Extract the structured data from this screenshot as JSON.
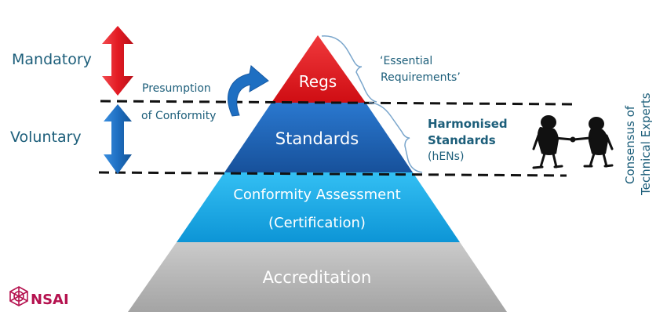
{
  "labels": {
    "mandatory": "Mandatory",
    "voluntary": "Voluntary",
    "presumption_line1": "Presumption",
    "presumption_line2": "of Conformity",
    "essential_line1": "‘Essential",
    "essential_line2": "Requirements’",
    "harmonised_line1": "Harmonised",
    "harmonised_line2": "Standards",
    "harmonised_line3": "(hENs)",
    "consensus_line1": "Consensus of",
    "consensus_line2": "Technical Experts",
    "logo_text": "NSAI"
  },
  "pyramid": {
    "tier1": "Regs",
    "tier2": "Standards",
    "tier3_line1": "Conformity Assessment",
    "tier3_line2": "(Certification)",
    "tier4": "Accreditation"
  },
  "colors": {
    "regs": "#e8121a",
    "standards": "#1f64b8",
    "conformity": "#14a7e6",
    "accreditation": "#b3b3b3",
    "arrow_red": "#e31b23",
    "arrow_blue": "#1e6fc2",
    "teal_text": "#1c5e7a",
    "bracket": "#7aa6cc",
    "logo": "#b5124f"
  },
  "icons": [
    "double-arrow-red-icon",
    "double-arrow-blue-icon",
    "curved-arrow-icon",
    "handshake-figures-icon",
    "nsai-logo-icon"
  ]
}
